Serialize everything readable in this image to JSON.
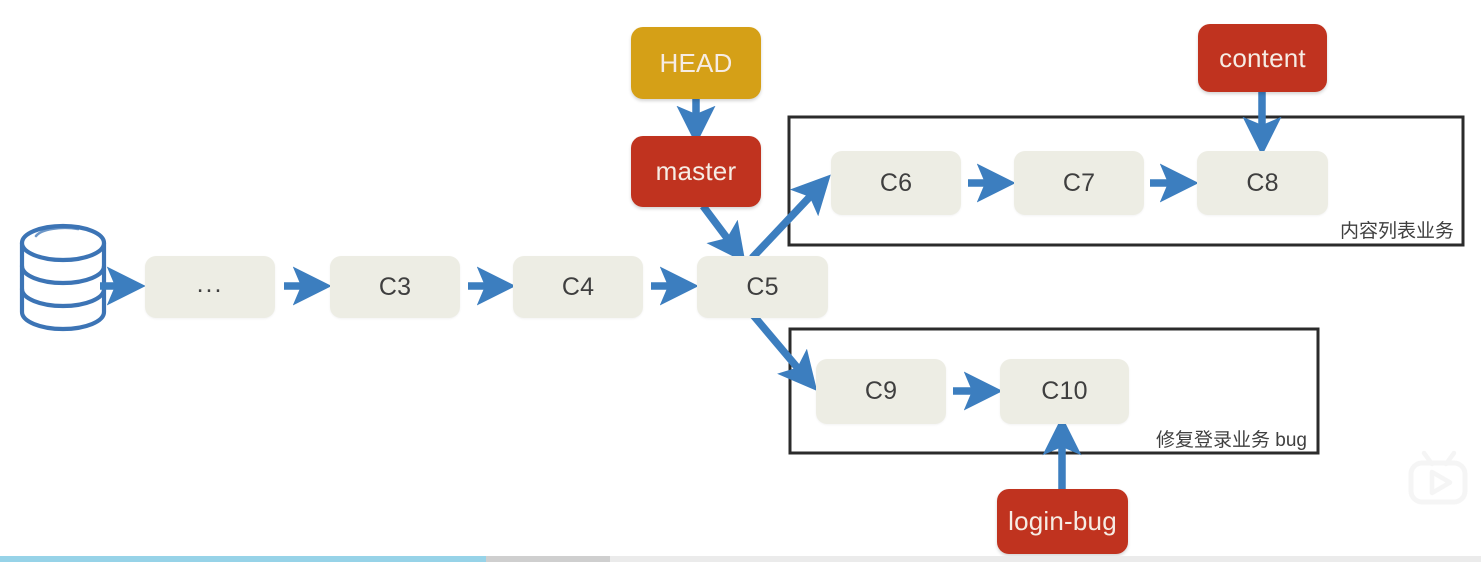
{
  "diagram": {
    "title": "Git branch diagram",
    "colors": {
      "commit_fill": "#edede4",
      "commit_text": "#3f3f3f",
      "head_fill": "#d5a017",
      "branch_fill": "#c0331f",
      "ref_text": "#f6ece4",
      "arrow": "#3c7ebf",
      "group_border": "#2b2b2b",
      "background": "#ffffff"
    },
    "repository": {
      "icon": "database-cylinder-icon",
      "label": ""
    },
    "mainline": [
      {
        "id": "ellipsis",
        "label": "..."
      },
      {
        "id": "c3",
        "label": "C3"
      },
      {
        "id": "c4",
        "label": "C4"
      },
      {
        "id": "c5",
        "label": "C5"
      }
    ],
    "refs": [
      {
        "id": "head",
        "label": "HEAD",
        "kind": "head",
        "points_to": "master"
      },
      {
        "id": "master",
        "label": "master",
        "kind": "branch",
        "points_to": "C5"
      },
      {
        "id": "content",
        "label": "content",
        "kind": "branch",
        "points_to": "C8"
      },
      {
        "id": "login-bug",
        "label": "login-bug",
        "kind": "branch",
        "points_to": "C10"
      }
    ],
    "branches": [
      {
        "id": "content-branch",
        "caption": "内容列表业务",
        "from": "C5",
        "commits": [
          {
            "id": "c6",
            "label": "C6"
          },
          {
            "id": "c7",
            "label": "C7"
          },
          {
            "id": "c8",
            "label": "C8"
          }
        ]
      },
      {
        "id": "login-bug-branch",
        "caption": "修复登录业务 bug",
        "from": "C5",
        "commits": [
          {
            "id": "c9",
            "label": "C9"
          },
          {
            "id": "c10",
            "label": "C10"
          }
        ]
      }
    ]
  },
  "player": {
    "progress_played_percent": "32.8",
    "progress_buffered_percent": "41.2",
    "watermark_icon": "bilibili-tv-play-logo"
  }
}
